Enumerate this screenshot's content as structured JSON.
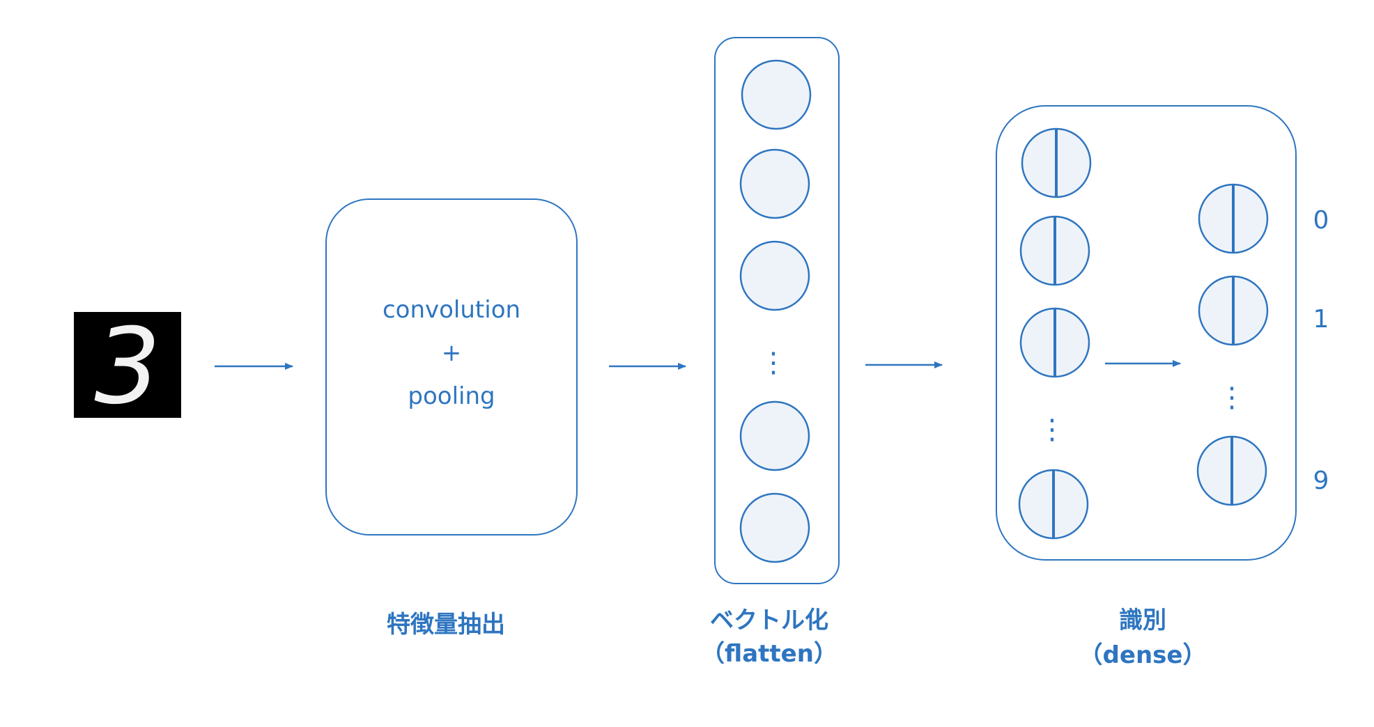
{
  "input_image": {
    "digit": "3"
  },
  "feature_block": {
    "line1": "convolution",
    "line2": "+",
    "line3": "pooling",
    "caption": "特徴量抽出"
  },
  "flatten_block": {
    "caption_line1": "ベクトル化",
    "caption_line2": "（flatten）",
    "ellipsis": "⋮"
  },
  "dense_block": {
    "caption_line1": "識別",
    "caption_line2": "（dense）",
    "ellipsis": "⋮"
  },
  "outputs": {
    "label_0": "0",
    "label_1": "1",
    "label_9": "9"
  },
  "colors": {
    "accent": "#2E75C0",
    "node_fill": "#EEF3F9",
    "input_bg": "#000000"
  }
}
